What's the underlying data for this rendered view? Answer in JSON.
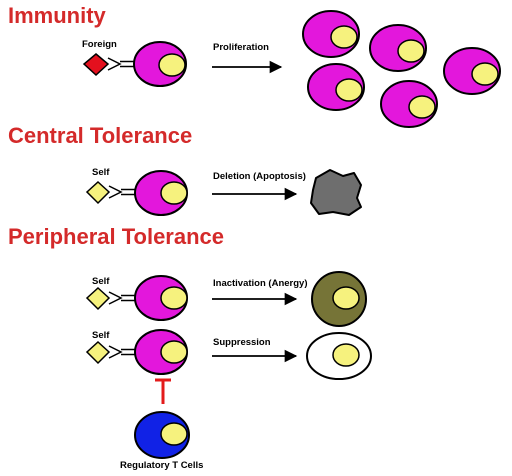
{
  "sections": {
    "immunity": {
      "title": "Immunity",
      "antigen_label": "Foreign",
      "process": "Proliferation"
    },
    "central": {
      "title": "Central Tolerance",
      "antigen_label": "Self",
      "process": "Deletion (Apoptosis)"
    },
    "peripheral": {
      "title": "Peripheral Tolerance",
      "anergy": {
        "antigen_label": "Self",
        "process": "Inactivation (Anergy)"
      },
      "suppression": {
        "antigen_label": "Self",
        "process": "Suppression"
      },
      "treg_label": "Regulatory T Cells"
    }
  },
  "colors": {
    "heading": "#d42a2a",
    "t_cell": "#e317dc",
    "nucleus": "#f6f27e",
    "foreign_antigen": "#e4101e",
    "self_antigen": "#f6f27e",
    "apoptotic_cell": "#6e6e6e",
    "anergic_cell": "#767437",
    "suppressed_cell": "#ffffff",
    "regulatory_t_cell": "#1122e6",
    "inhibition_bar": "#e31b1b"
  }
}
